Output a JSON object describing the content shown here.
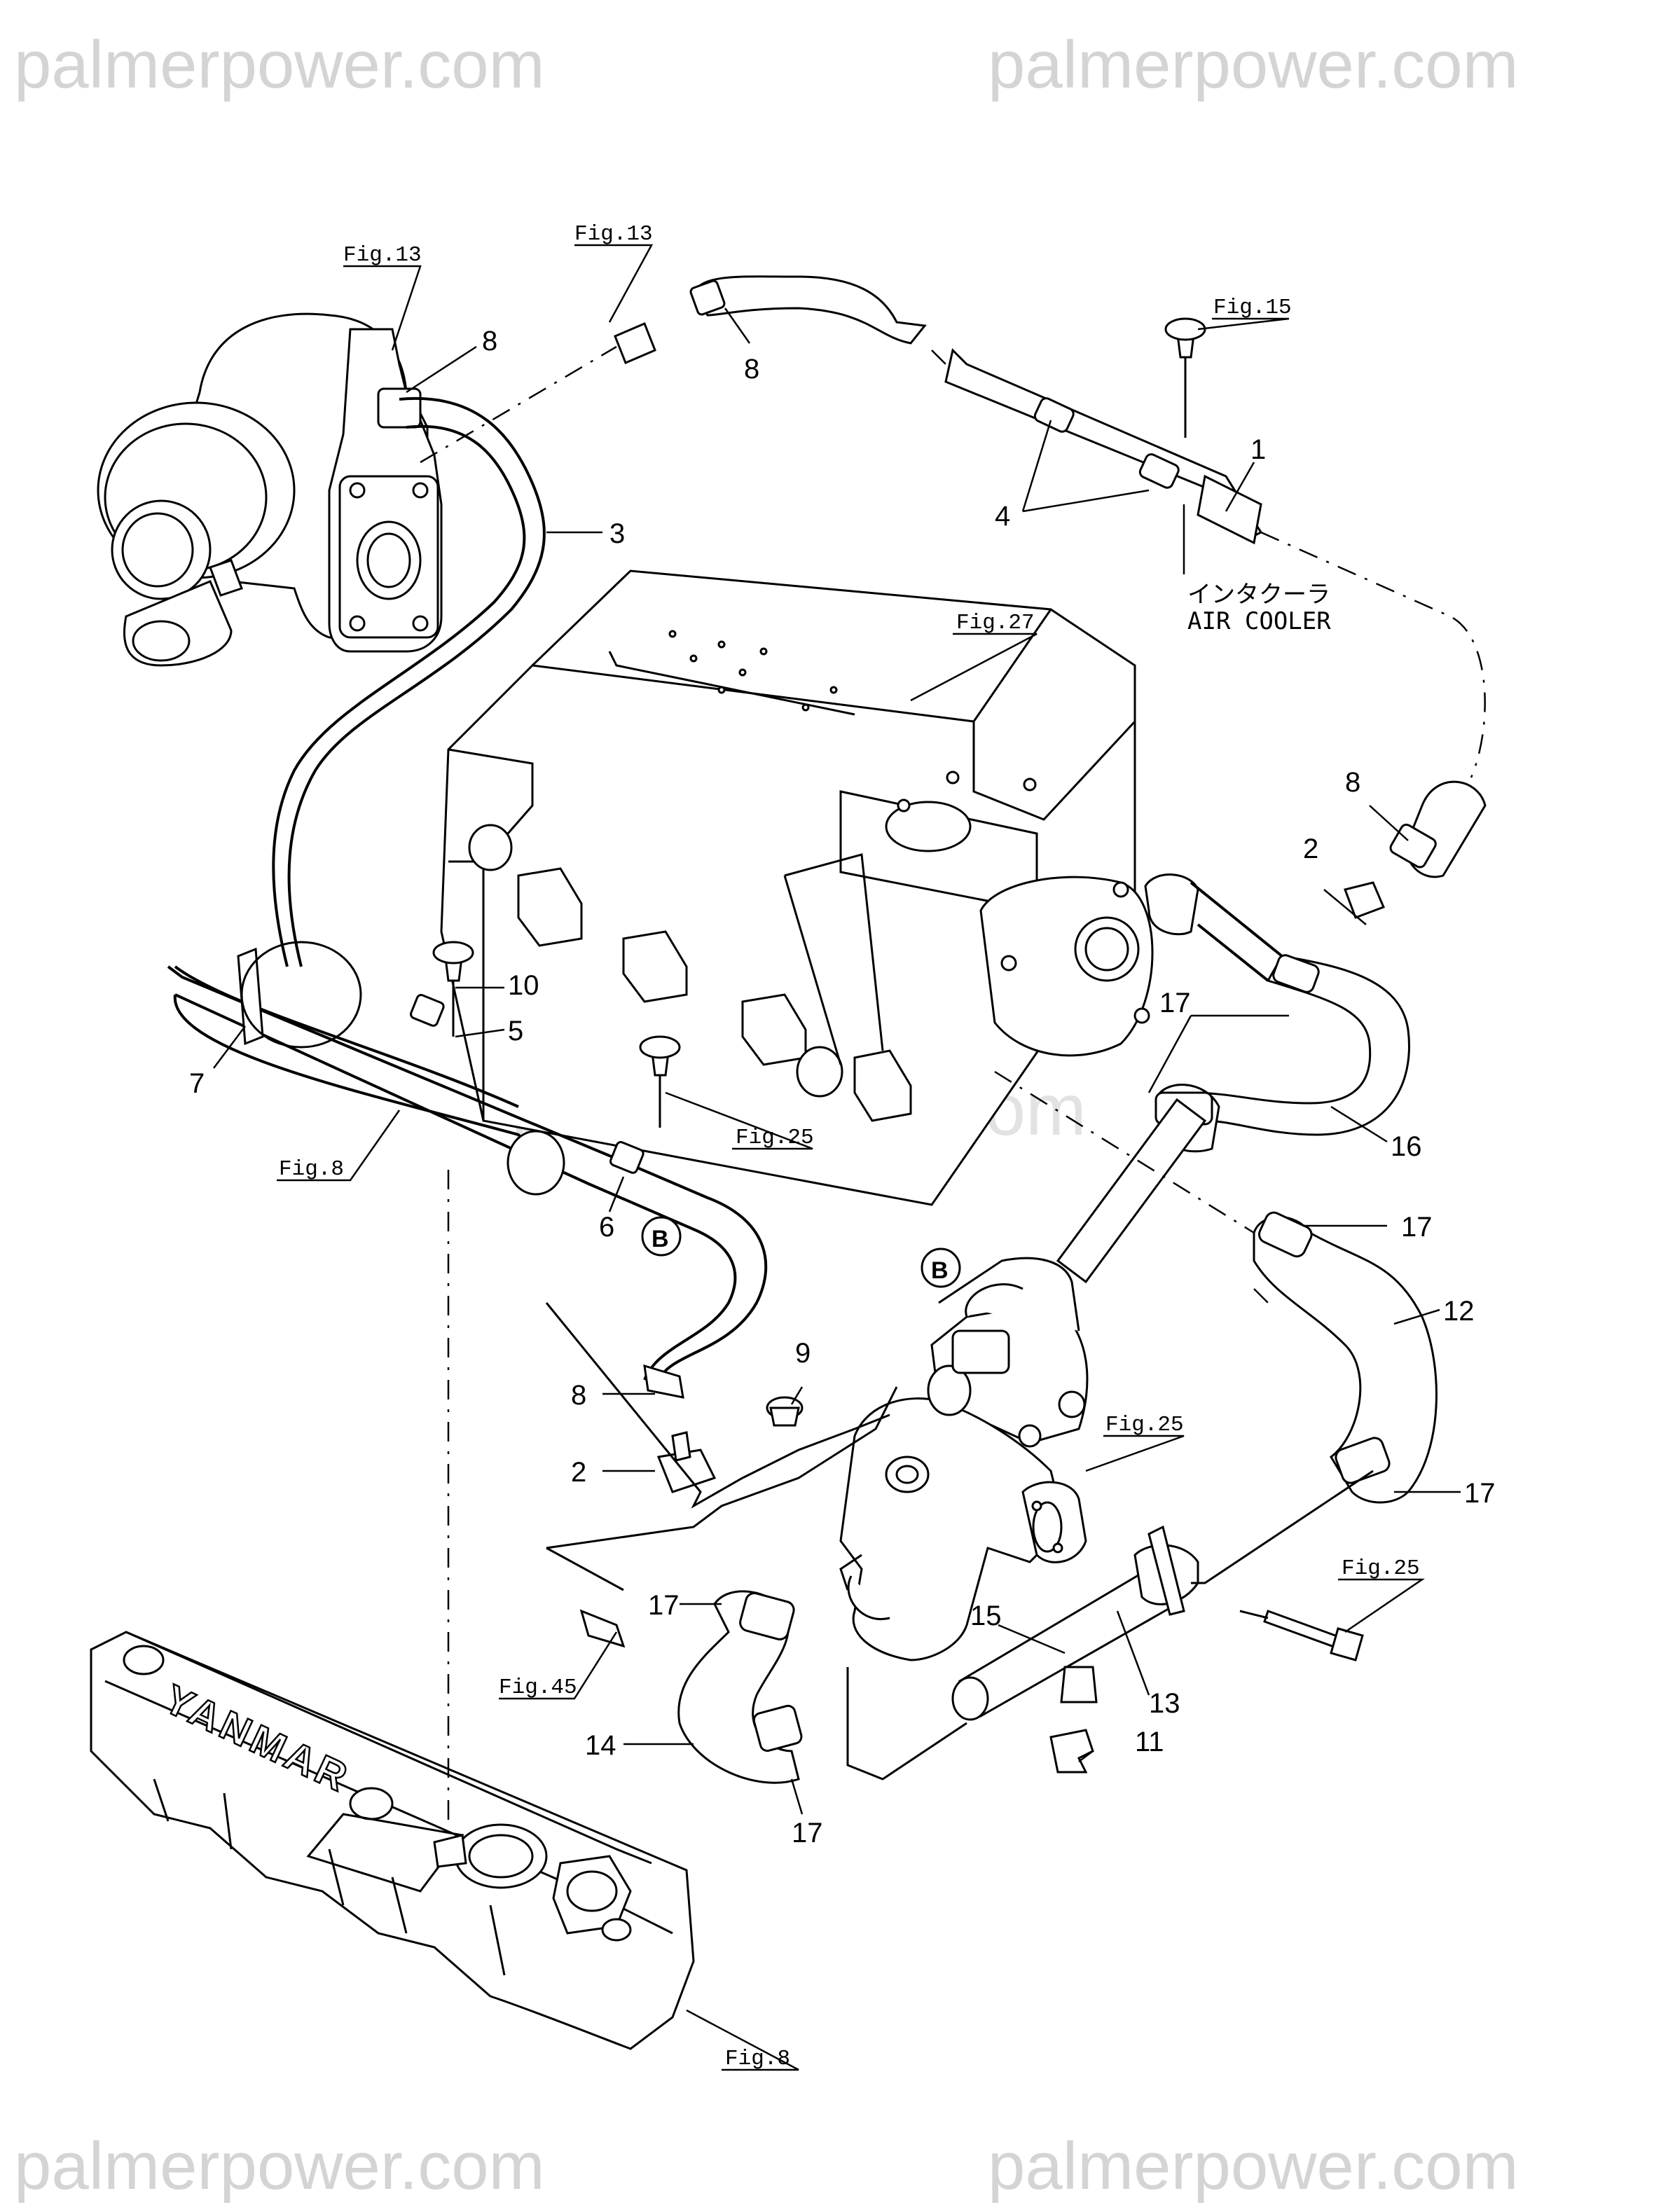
{
  "watermark": {
    "text": "palmerpower.com",
    "center_text": "palmerpower.com"
  },
  "figure_refs": {
    "turbo": "Fig.13",
    "hose_top": "Fig.13",
    "bolt_top": "Fig.15",
    "head": "Fig.27",
    "bolt_mid": "Fig.25",
    "pipe": "Fig.8",
    "pump": "Fig.25",
    "bolt_right": "Fig.25",
    "sensor": "Fig.45",
    "cover": "Fig.8"
  },
  "air_cooler": {
    "japanese": "インタクーラ",
    "english": "AIR COOLER"
  },
  "callouts": {
    "c1": "1",
    "c2a": "2",
    "c2b": "2",
    "c3": "3",
    "c4": "4",
    "c5": "5",
    "c6": "6",
    "c7": "7",
    "c8a": "8",
    "c8b": "8",
    "c8c": "8",
    "c8d": "8",
    "c9": "9",
    "c10": "10",
    "c11": "11",
    "c12": "12",
    "c13": "13",
    "c14": "14",
    "c15": "15",
    "c16": "16",
    "c17a": "17",
    "c17b": "17",
    "c17c": "17",
    "c17d": "17",
    "c17e": "17"
  },
  "markers": {
    "b1": "B",
    "b2": "B"
  },
  "cover_brand": "YANMAR"
}
